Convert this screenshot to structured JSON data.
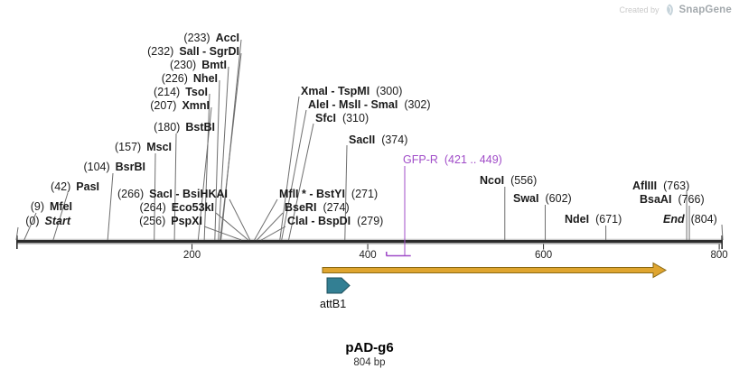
{
  "watermark": {
    "created_by": "Created by",
    "brand": "SnapGene"
  },
  "map": {
    "title": "pAD-g6",
    "subtitle": "804 bp",
    "length_bp": 804,
    "scale_ticks": [
      200,
      400,
      600,
      800
    ],
    "sites": [
      {
        "name": "AccI",
        "pos": "(233)",
        "bp": 233
      },
      {
        "name": "SalI - SgrDI",
        "pos": "(232)",
        "bp": 232
      },
      {
        "name": "BmtI",
        "pos": "(230)",
        "bp": 230
      },
      {
        "name": "NheI",
        "pos": "(226)",
        "bp": 226
      },
      {
        "name": "TsoI",
        "pos": "(214)",
        "bp": 214
      },
      {
        "name": "XmnI",
        "pos": "(207)",
        "bp": 207
      },
      {
        "name": "BstBI",
        "pos": "(180)",
        "bp": 180
      },
      {
        "name": "MscI",
        "pos": "(157)",
        "bp": 157
      },
      {
        "name": "BsrBI",
        "pos": "(104)",
        "bp": 104
      },
      {
        "name": "PasI",
        "pos": "(42)",
        "bp": 42
      },
      {
        "name": "MfeI",
        "pos": "(9)",
        "bp": 9
      },
      {
        "name": "Start",
        "pos": "(0)",
        "bp": 0,
        "italic": true
      },
      {
        "name": "SacI - BsiHKAI",
        "pos": "(266)",
        "bp": 266
      },
      {
        "name": "Eco53kI",
        "pos": "(264)",
        "bp": 264
      },
      {
        "name": "PspXI",
        "pos": "(256)",
        "bp": 256
      },
      {
        "name": "XmaI - TspMI",
        "pos": "(300)",
        "bp": 300
      },
      {
        "name": "AleI - MslI - SmaI",
        "pos": "(302)",
        "bp": 302
      },
      {
        "name": "SfcI",
        "pos": "(310)",
        "bp": 310
      },
      {
        "name": "SacII",
        "pos": "(374)",
        "bp": 374
      },
      {
        "name": "MflI * - BstYI",
        "pos": "(271)",
        "bp": 271
      },
      {
        "name": "BseRI",
        "pos": "(274)",
        "bp": 274
      },
      {
        "name": "ClaI - BspDI",
        "pos": "(279)",
        "bp": 279
      },
      {
        "name": "NcoI",
        "pos": "(556)",
        "bp": 556
      },
      {
        "name": "SwaI",
        "pos": "(602)",
        "bp": 602
      },
      {
        "name": "NdeI",
        "pos": "(671)",
        "bp": 671
      },
      {
        "name": "AflIII",
        "pos": "(763)",
        "bp": 763
      },
      {
        "name": "BsaAI",
        "pos": "(766)",
        "bp": 766
      },
      {
        "name": "End",
        "pos": "(804)",
        "bp": 804,
        "italic": true
      }
    ],
    "primer": {
      "name": "GFP-R",
      "pos": "(421 .. 449)",
      "start": 421,
      "end": 449
    },
    "features": [
      {
        "id": "orf",
        "label": ""
      },
      {
        "id": "attB1",
        "label": "attB1"
      }
    ],
    "colors": {
      "backbone": "#2b2b2b",
      "backbone_edge": "#b5b5b5",
      "leader": "#6e6e6e",
      "orf_fill": "#DFA52F",
      "orf_stroke": "#8A6914",
      "attb_fill": "#337F93",
      "attb_stroke": "#1F505C",
      "primer": "#A04CC8"
    }
  }
}
